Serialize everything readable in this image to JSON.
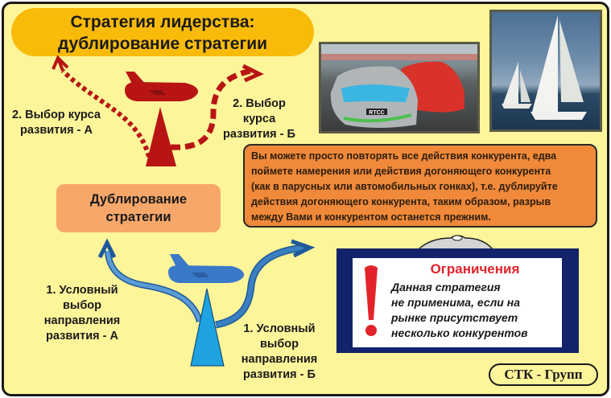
{
  "title": {
    "line1": "Стратегия лидерства:",
    "line2": "дублирование стратегии"
  },
  "top_labels": {
    "left": {
      "line1": "2. Выбор курса",
      "line2": "развития - А"
    },
    "right": {
      "line1": "2. Выбор",
      "line2": "курса",
      "line3": "развития - Б"
    }
  },
  "dup_box": {
    "line1": "Дублирование",
    "line2": "стратегии"
  },
  "info_box": {
    "lines": [
      "Вы можете просто повторять все действия конкурента, едва",
      "поймете намерения или действия догоняющего конкурента",
      "(как в парусных или автомобильных гонках), т.е. дублируйте",
      "действия догоняющего конкурента, таким образом, разрыв",
      "между Вами и конкурентом останется прежним."
    ]
  },
  "bottom_labels": {
    "left": {
      "line1": "1. Условный",
      "line2": "выбор",
      "line3": "направления",
      "line4": "развития - А"
    },
    "right": {
      "line1": "1. Условный",
      "line2": "выбор",
      "line3": "направления",
      "line4": "развития - Б"
    }
  },
  "limits": {
    "title": "Ограничения",
    "lines": [
      "Данная стратегия",
      "не применима, если на",
      "рынке присутствует",
      "несколько конкурентов"
    ]
  },
  "photos": {
    "cars": "racing-cars-photo",
    "boats": "sailboats-photo",
    "car_plate": "RTCC"
  },
  "logo": "СТК - Групп",
  "colors": {
    "background": "#fdf59a",
    "title_pill": "#f9bb0a",
    "dup_box": "#f7a76a",
    "info_box": "#f0893a",
    "red_arrows": "#b81414",
    "blue_arrows": "#3b82c4",
    "clipboard": "#12236b",
    "limits_title": "#e3232b"
  }
}
